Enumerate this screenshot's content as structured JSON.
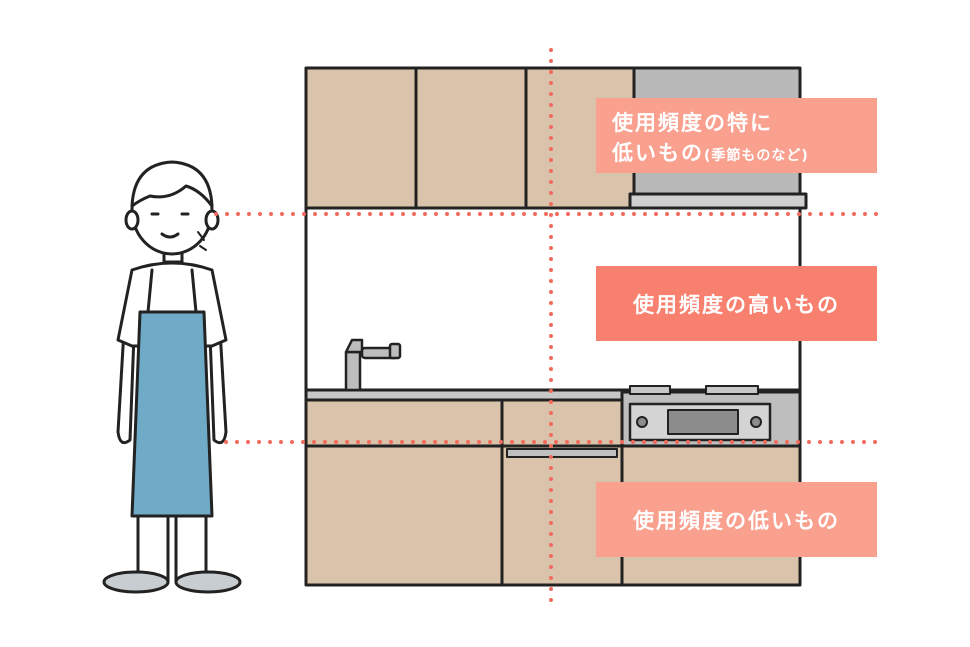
{
  "zones": {
    "top": {
      "line1": "使用頻度の特に",
      "line2": "低いもの",
      "line2_note": "(季節ものなど)",
      "color": "#f9a08f"
    },
    "middle": {
      "text": "使用頻度の高いもの",
      "color": "#f7806e"
    },
    "bottom": {
      "text": "使用頻度の低いもの",
      "color": "#f9a08f"
    }
  },
  "colors": {
    "cabinet": "#d9c4ab",
    "outline": "#222222",
    "apron": "#6fabc6",
    "guide_dots": "#f26a5c",
    "steel": "#b8b8b8"
  },
  "icons": [
    "person-with-apron",
    "kitchen-cabinet",
    "faucet-icon",
    "gas-stove-icon",
    "range-hood-icon"
  ]
}
